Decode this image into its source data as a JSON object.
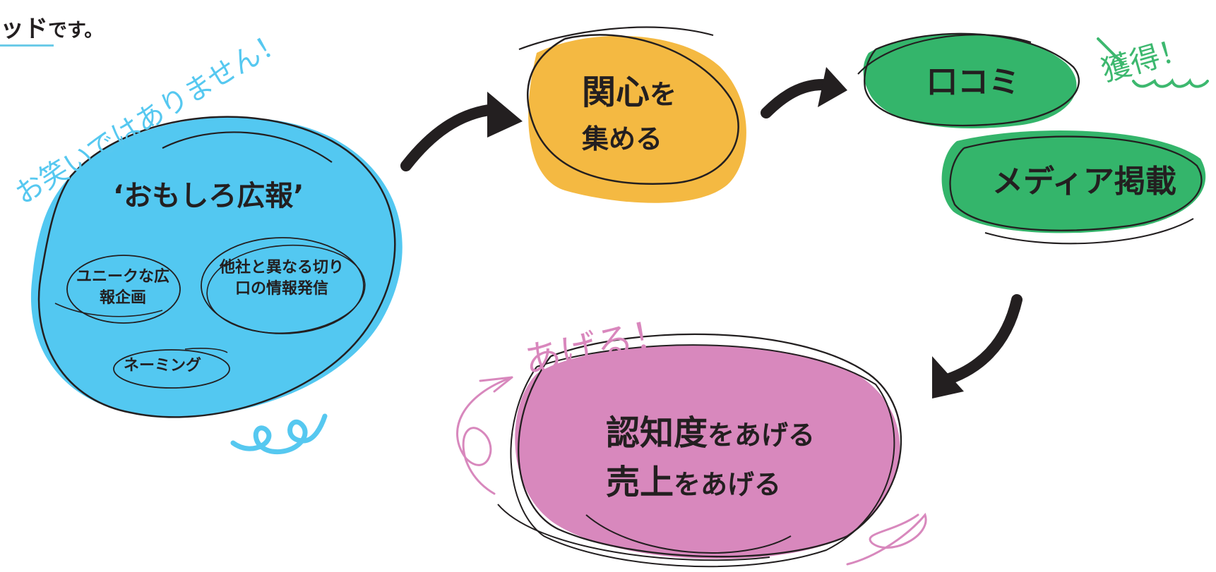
{
  "colors": {
    "blue": "#53c8f1",
    "orange": "#f4b942",
    "green": "#34b56b",
    "pink": "#d888bd",
    "ink": "#231f20"
  },
  "header": {
    "main": "ッド",
    "rest": "です。"
  },
  "blue_blob": {
    "title": "‘おもしろ広報’",
    "items": [
      "ユニークな広報企画",
      "他社と異なる切り口の情報発信",
      "ネーミング"
    ],
    "annotation": "お笑いではありません！"
  },
  "orange_blob": {
    "line1_strong": "関心",
    "line1_rest": "を",
    "line2": "集める"
  },
  "green_blobs": {
    "item1": "口コミ",
    "item2": "メディア掲載",
    "annotation": "獲得！"
  },
  "pink_blob": {
    "line1_strong": "認知度",
    "line1_rest": "をあげる",
    "line2_strong": "売上",
    "line2_rest": "をあげる",
    "annotation": "あげる！"
  }
}
